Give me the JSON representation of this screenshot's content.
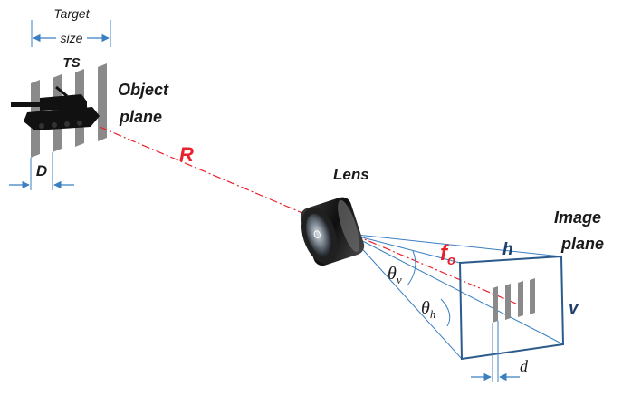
{
  "labels": {
    "target": "Target",
    "size": "size",
    "ts": "TS",
    "object_line1": "Object",
    "object_line2": "plane",
    "D": "D",
    "R": "R",
    "lens": "Lens",
    "image_line1": "Image",
    "image_line2": "plane",
    "fo_main": "f",
    "fo_sub": "o",
    "h": "h",
    "v": "v",
    "theta_v_main": "θ",
    "theta_v_sub": "v",
    "theta_h_main": "θ",
    "theta_h_sub": "h",
    "d": "d"
  },
  "colors": {
    "dimension_lines": "#3b7fc1",
    "range_line": "#e8212b",
    "R_label": "#e8212b",
    "fo_label": "#e8212b",
    "image_frame": "#2b5a8c",
    "bars": "#8c8c8c",
    "text": "#1a1a1a",
    "h_v_labels": "#1f3f6b"
  },
  "icons": [
    "tank-silhouette",
    "camera-lens"
  ]
}
